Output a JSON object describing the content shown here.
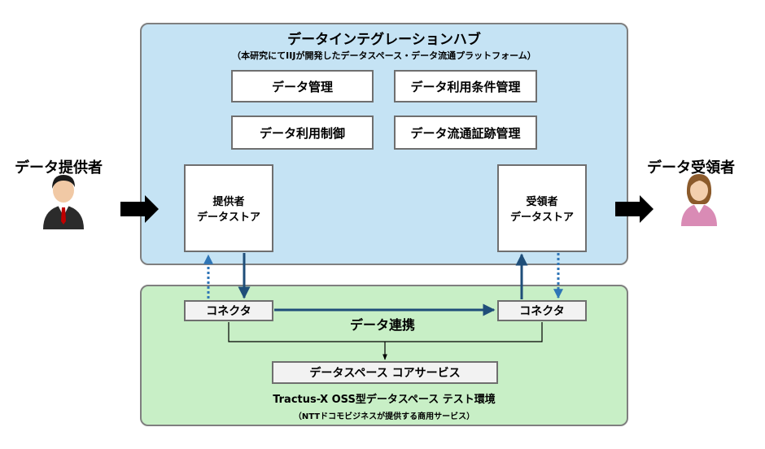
{
  "hub": {
    "title": "データインテグレーションハブ",
    "subtitle": "（本研究にてIIJが開発したデータスペース・データ流通プラットフォーム）",
    "modules": [
      "データ管理",
      "データ利用条件管理",
      "データ利用制御",
      "データ流通証跡管理"
    ],
    "provider_store": {
      "line1": "提供者",
      "line2": "データストア"
    },
    "receiver_store": {
      "line1": "受領者",
      "line2": "データストア"
    }
  },
  "env": {
    "connector_left": "コネクタ",
    "connector_right": "コネクタ",
    "link_label": "データ連携",
    "core_service": "データスペース コアサービス",
    "title": "Tractus-X OSS型データスペース テスト環境",
    "subtitle": "（NTTドコモビジネスが提供する商用サービス）"
  },
  "provider": {
    "label": "データ提供者",
    "icon": "businessman-avatar-icon"
  },
  "receiver": {
    "label": "データ受領者",
    "icon": "businesswoman-avatar-icon"
  },
  "colors": {
    "hub_fill": "#c5e3f4",
    "env_fill": "#c8efc6",
    "arrow_blue": "#1f4e79",
    "dotted_arrow": "#2e75b6"
  }
}
